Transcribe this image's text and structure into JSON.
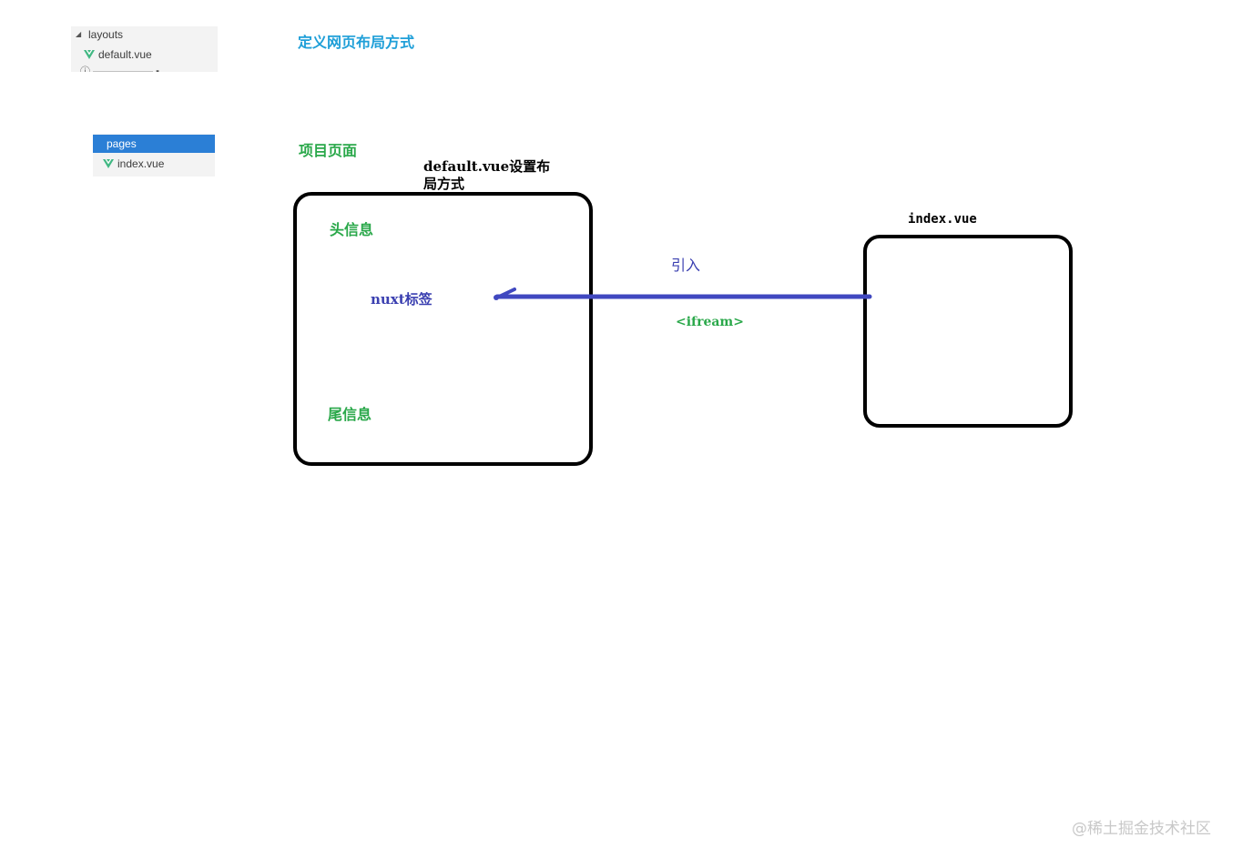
{
  "explorer_layouts": {
    "folder_label": "layouts",
    "file_label": "default.vue"
  },
  "explorer_pages": {
    "folder_label": "pages",
    "file_label": "index.vue"
  },
  "diagram": {
    "title_layout": "定义网页布局方式",
    "title_project": "项目页面",
    "layout_caption_line1": "default.vue设置布",
    "layout_caption_line2": "局方式",
    "index_caption": "index.vue",
    "head_info": "头信息",
    "nuxt_tag": "nuxt标签",
    "tail_info": "尾信息",
    "arrow_label": "引入",
    "iframe_label": "<ifream>"
  },
  "watermark": "@稀土掘金技术社区",
  "colors": {
    "accent_blue": "#1f9fd8",
    "green_text": "#2aa84a",
    "arrow_blue": "#4048c0",
    "selection_blue": "#2b7fd6",
    "vue_green": "#41b883"
  },
  "icons": {
    "vue_file": "vue-logo-icon",
    "tree_caret": "caret-down-icon"
  }
}
